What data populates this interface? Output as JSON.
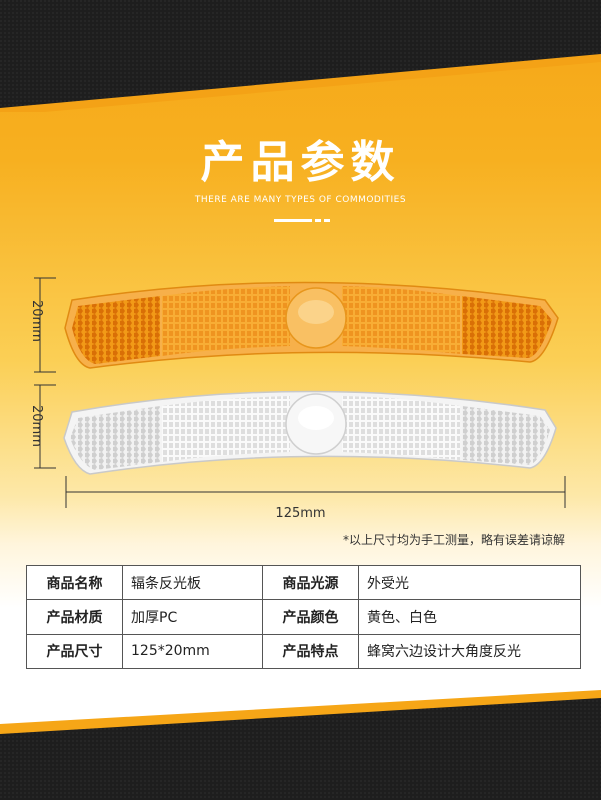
{
  "header": {
    "title": "产品参数",
    "subtitle": "THERE ARE MANY TYPES OF COMMODITIES"
  },
  "dimensions": {
    "height_top": "20mm",
    "height_bottom": "20mm",
    "width": "125mm"
  },
  "note": "*以上尺寸均为手工测量，略有误差请谅解",
  "specs": [
    {
      "label1": "商品名称",
      "value1": "辐条反光板",
      "label2": "商品光源",
      "value2": "外受光"
    },
    {
      "label1": "产品材质",
      "value1": "加厚PC",
      "label2": "产品颜色",
      "value2": "黄色、白色"
    },
    {
      "label1": "产品尺寸",
      "value1": "125*20mm",
      "label2": "产品特点",
      "value2": "蜂窝六边设计大角度反光"
    }
  ],
  "colors": {
    "accent": "#f6a617",
    "amber_reflector": "#f39a1e",
    "dark_band": "#1c1c1c"
  }
}
